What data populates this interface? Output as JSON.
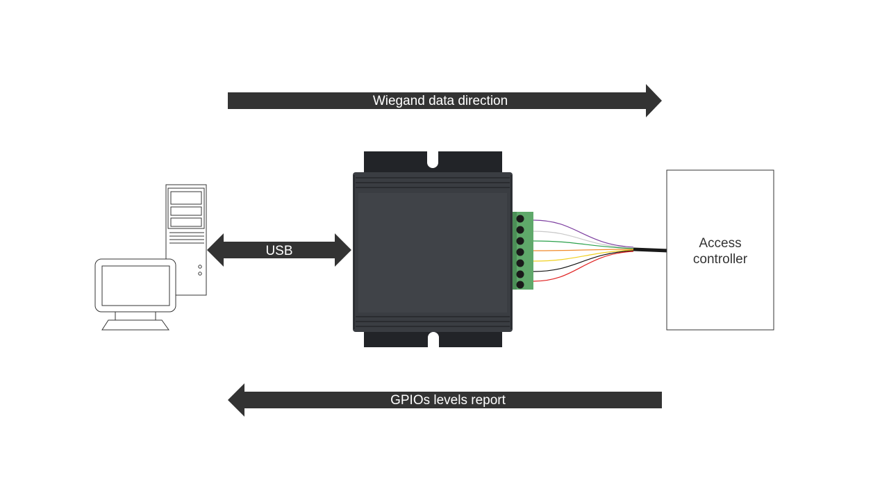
{
  "arrows": {
    "wiegand": {
      "label": "Wiegand data direction"
    },
    "gpio": {
      "label": "GPIOs levels report"
    },
    "usb": {
      "label": "USB"
    }
  },
  "access_controller": {
    "line1": "Access",
    "line2": "controller"
  },
  "colors": {
    "arrow": "#333333",
    "device_body": "#3a3d42",
    "device_dark": "#2b2d31",
    "terminal": "#5fa86a",
    "wires": [
      "#7d3fa0",
      "#c8c8c8",
      "#2aa04a",
      "#f08a2a",
      "#f0d020",
      "#111111",
      "#e02020"
    ]
  }
}
